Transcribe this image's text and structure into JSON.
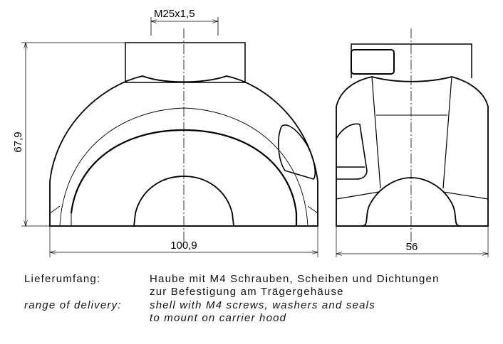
{
  "dimensions": {
    "thread": "M25x1,5",
    "height": "67,9",
    "width_front": "100,9",
    "width_side": "56"
  },
  "notes": {
    "de_label": "Lieferumfang:",
    "de_line1": "Haube mit M4 Schrauben, Scheiben und Dichtungen",
    "de_line2": "zur Befestigung am Trägergehäuse",
    "en_label": "range of delivery:",
    "en_line1": "shell with M4 screws, washers and seals",
    "en_line2": "to mount on carrier hood"
  }
}
